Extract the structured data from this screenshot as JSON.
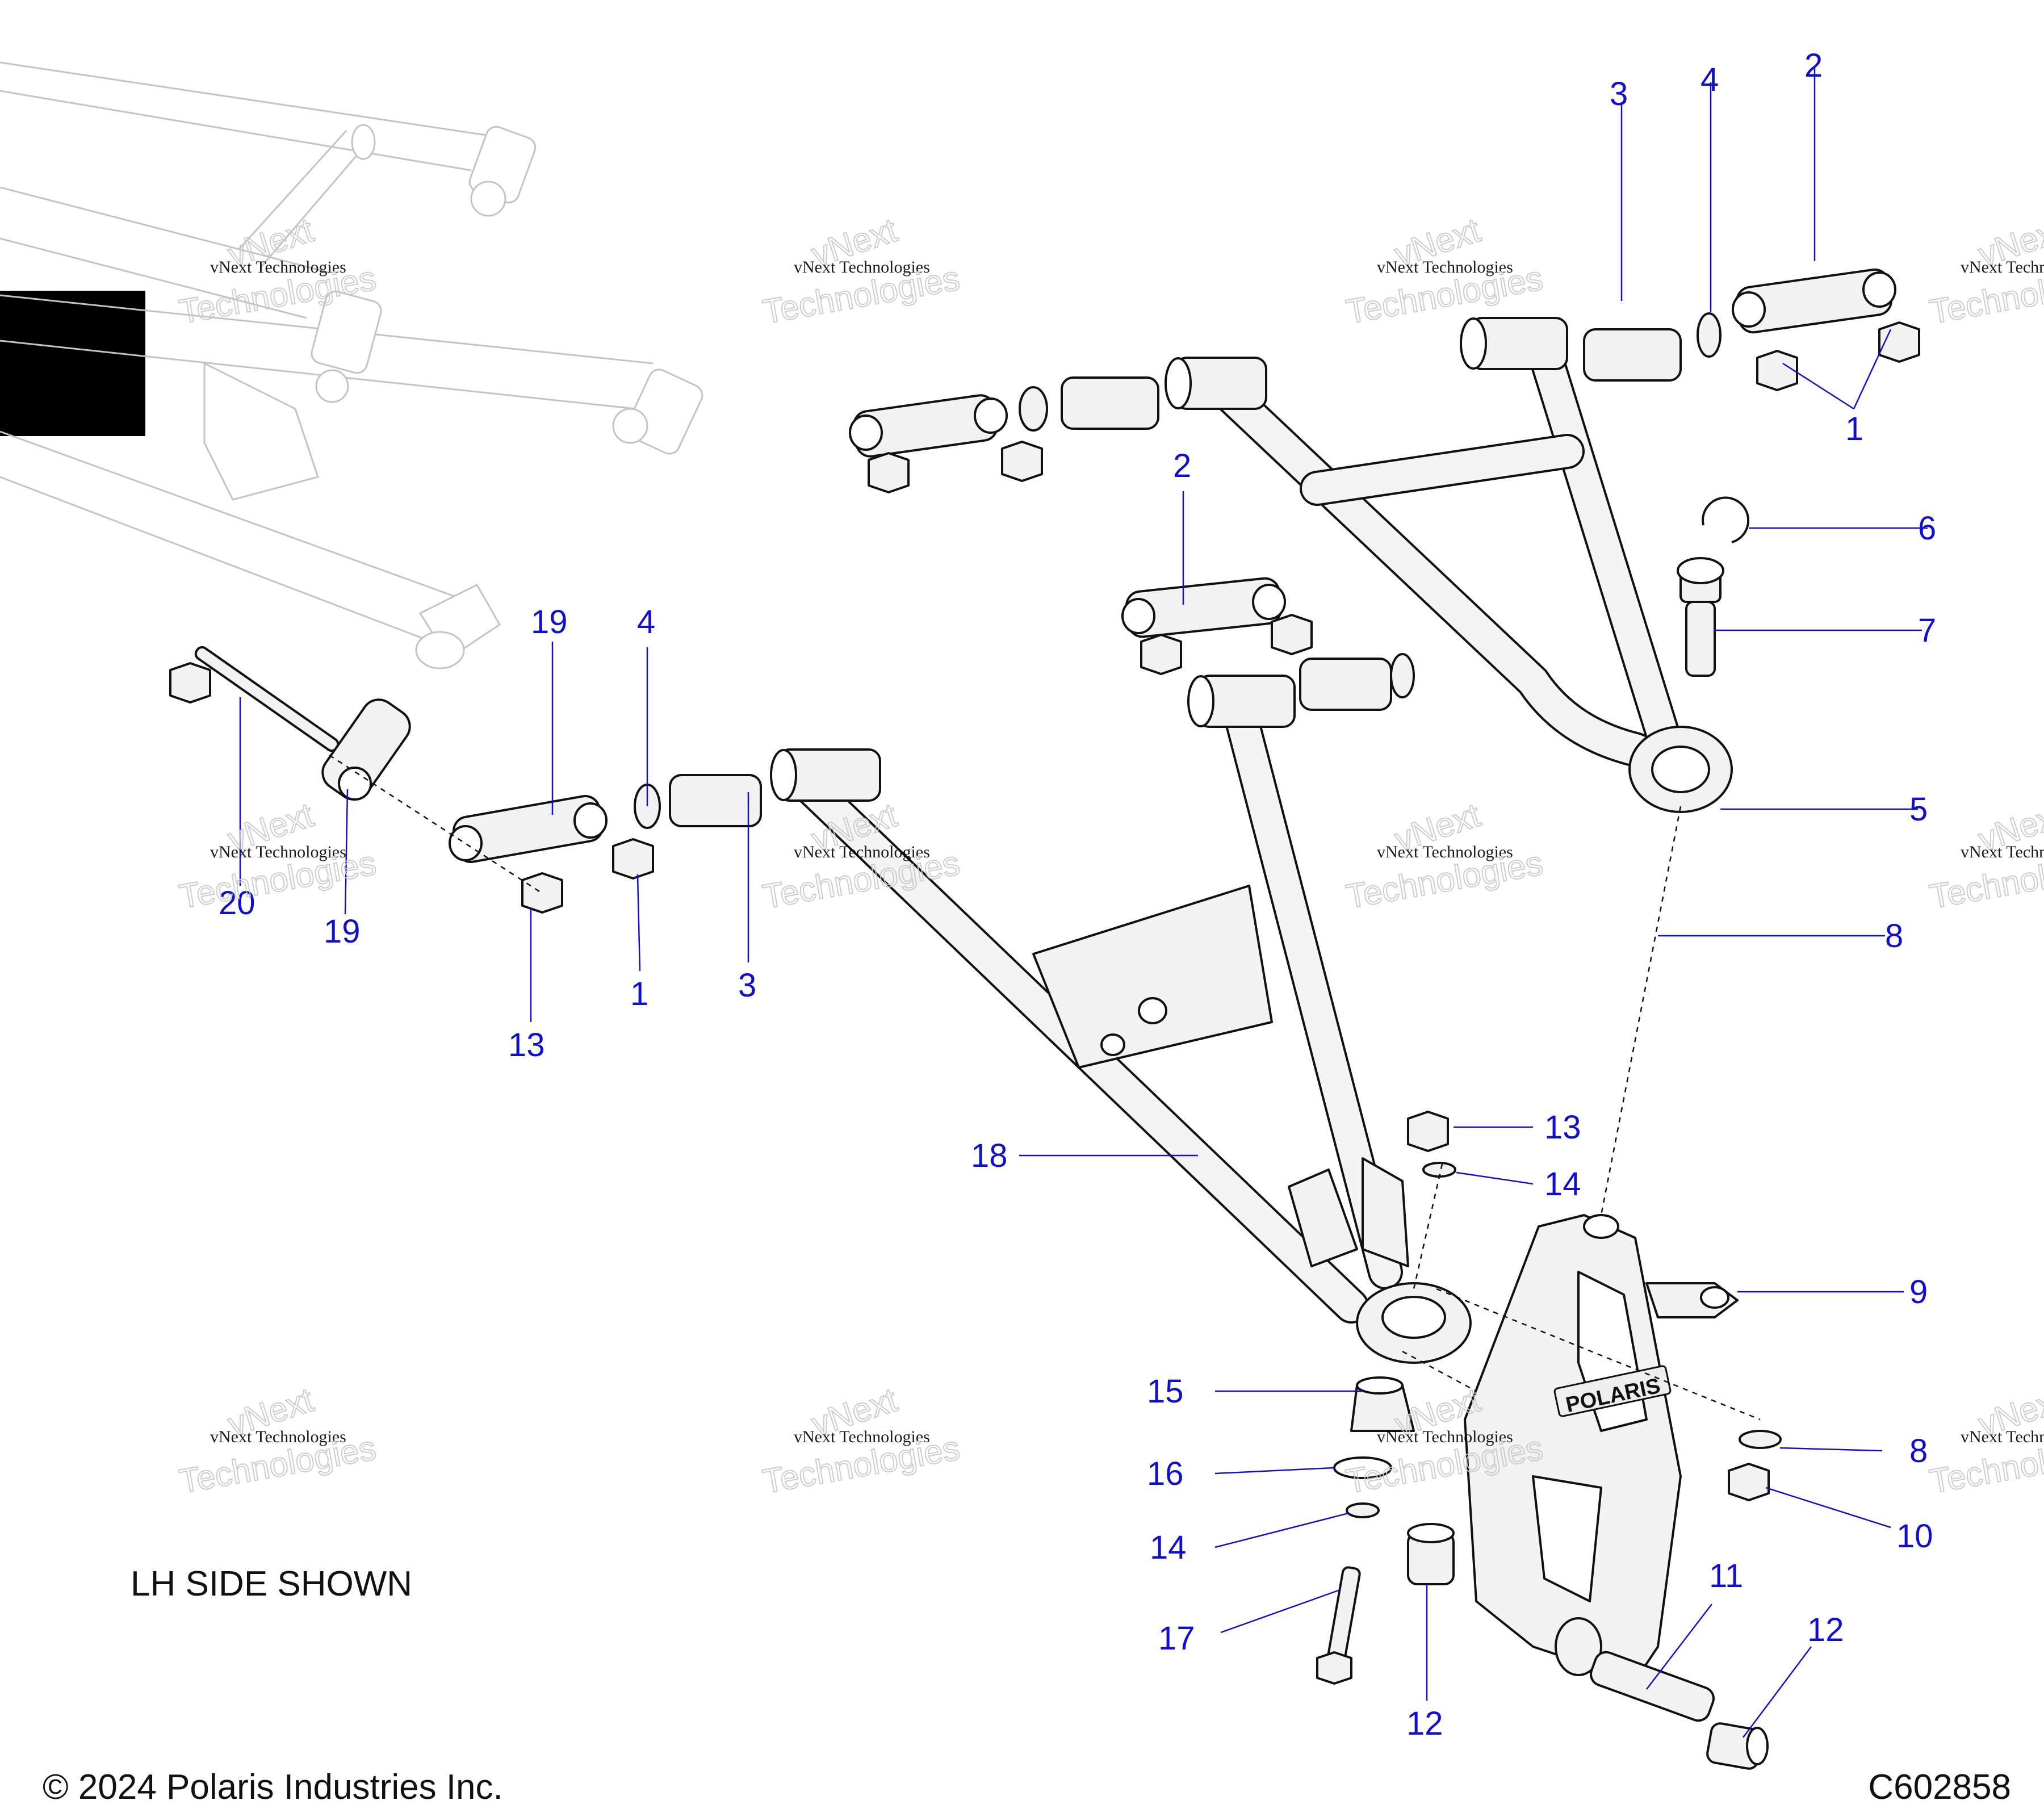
{
  "diagram": {
    "note": "LH SIDE SHOWN",
    "copyright": "© 2024 Polaris Industries Inc.",
    "figure_id": "C602858",
    "brand_mark": "POLARIS",
    "watermark": {
      "line1": "vNext Technologies",
      "line2": "vNext",
      "line3": "Technologies"
    },
    "callouts": {
      "c1": "3",
      "c2": "4",
      "c3": "2",
      "c4": "1",
      "c5": "6",
      "c6": "7",
      "c7": "5",
      "c8": "8",
      "c9": "2",
      "c10": "19",
      "c11": "4",
      "c12": "20",
      "c13": "19",
      "c14": "1",
      "c15": "3",
      "c16": "13",
      "c17": "18",
      "c18": "13",
      "c19": "14",
      "c20": "9",
      "c21": "15",
      "c22": "8",
      "c23": "16",
      "c24": "10",
      "c25": "14",
      "c26": "11",
      "c27": "12",
      "c28": "17",
      "c29": "12"
    },
    "colors": {
      "callout": "#1010cc",
      "line": "#111111",
      "ghost": "#c4c4c4"
    }
  }
}
